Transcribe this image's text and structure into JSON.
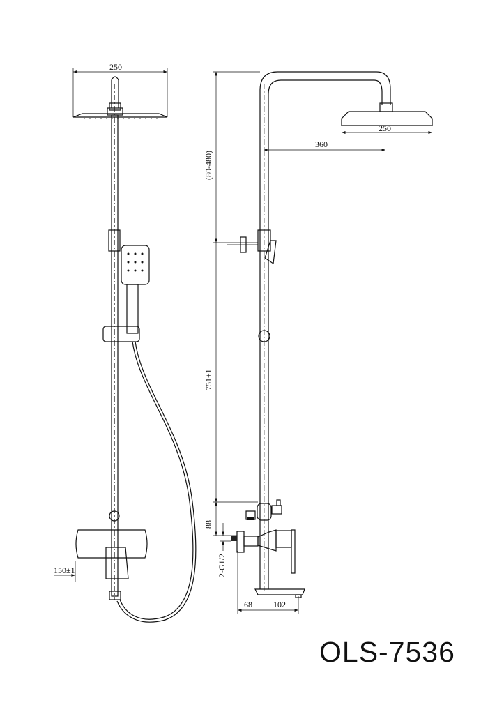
{
  "model": "OLS-7536",
  "front_view": {
    "head_width": "250",
    "mixer_offset": "150±1"
  },
  "side_view": {
    "head_width": "250",
    "arm_reach": "360",
    "height_adjust": "(80-480)",
    "rail_length": "751±1",
    "inlet_offset": "88",
    "inlet_thread": "2-G1/2",
    "wall_depth": "68",
    "spout_reach": "102"
  }
}
